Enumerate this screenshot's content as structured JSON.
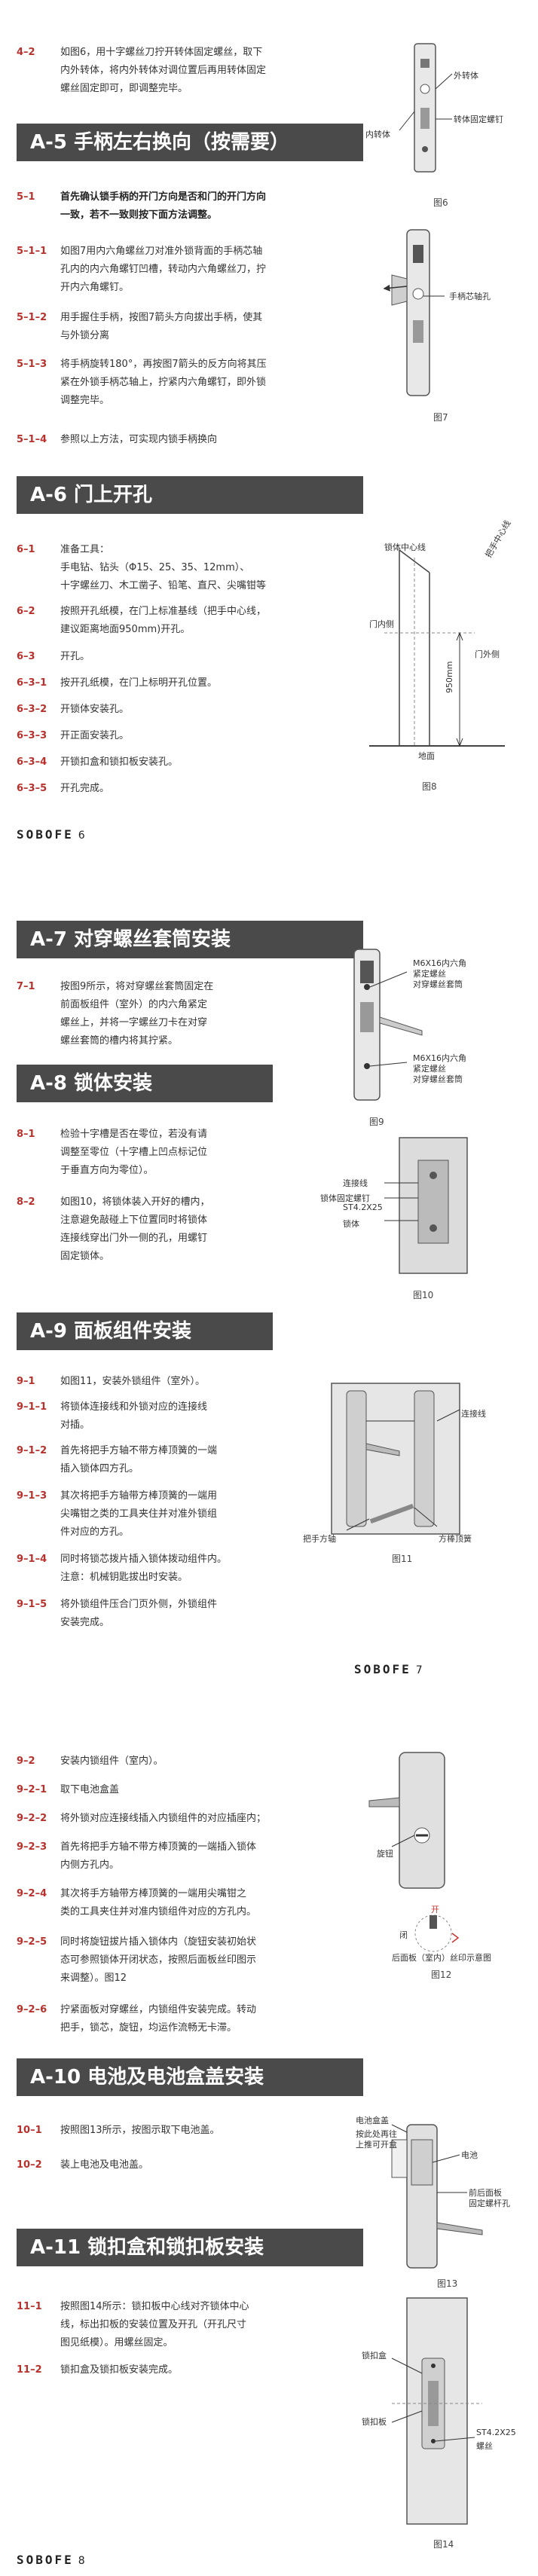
{
  "page1": {
    "steps": [
      {
        "num": "4–2",
        "lines": [
          "如图6，用十字螺丝刀拧开转体固定螺丝，取下",
          "内外转体，将内外转体对调位置后再用转体固定",
          "螺丝固定即可，即调整完毕。"
        ]
      },
      {
        "num": "5–1",
        "bold": true,
        "lines": [
          "首先确认锁手柄的开门方向是否和门的开门方向",
          "一致，若不一致则按下面方法调整。"
        ]
      },
      {
        "num": "5–1–1",
        "lines": [
          "如图7用内六角螺丝刀对准外锁背面的手柄芯轴",
          "孔内的内六角螺钉凹槽，转动内六角螺丝刀，拧",
          "开内六角螺钉。"
        ]
      },
      {
        "num": "5–1–2",
        "lines": [
          "用手握住手柄，按图7箭头方向拔出手柄，使其",
          "与外锁分离"
        ]
      },
      {
        "num": "5–1–3",
        "lines": [
          "将手柄旋转180°，再按图7箭头的反方向将其压",
          "紧在外锁手柄芯轴上，拧紧内六角螺钉，即外锁",
          "调整完毕。"
        ]
      },
      {
        "num": "5–1–4",
        "lines": [
          "参照以上方法，可实现内锁手柄换向"
        ]
      },
      {
        "num": "6–1",
        "lines": [
          "准备工具：",
          "手电钻、钻头（Φ15、25、35、12mm）、",
          "十字螺丝刀、木工凿子、铅笔、直尺、尖嘴钳等"
        ]
      },
      {
        "num": "6–2",
        "lines": [
          "按照开孔纸模，在门上标准基线（把手中心线，",
          "建议距离地面950mm)开孔。"
        ]
      },
      {
        "num": "6–3",
        "lines": [
          "开孔。"
        ]
      },
      {
        "num": "6–3–1",
        "lines": [
          "按开孔纸模，在门上标明开孔位置。"
        ]
      },
      {
        "num": "6–3–2",
        "lines": [
          "开锁体安装孔。"
        ]
      },
      {
        "num": "6–3–3",
        "lines": [
          "开正面安装孔。"
        ]
      },
      {
        "num": "6–3–4",
        "lines": [
          "开锁扣盒和锁扣板安装孔。"
        ]
      },
      {
        "num": "6–3–5",
        "lines": [
          "开孔完成。"
        ]
      }
    ],
    "banner_a5": "A-5 手柄左右换向（按需要）",
    "banner_a6": "A-6   门上开孔",
    "fig6_caption": "图6",
    "fig6_labels": [
      "外转体",
      "转体固定螺钉",
      "内转体"
    ],
    "fig7_caption": "图7",
    "fig7_label": "手柄芯轴孔",
    "fig8_caption": "图8",
    "fig8_labels": [
      "锁体中心线",
      "把手中心线",
      "门内侧",
      "门外侧",
      "地面",
      "950mm"
    ],
    "logo": "SOBOFE",
    "page_num": "6"
  },
  "page2": {
    "banner_a7": "A-7   对穿螺丝套筒安装",
    "banner_a8": "A-8   锁体安装",
    "banner_a9": "A-9   面板组件安装",
    "steps": [
      {
        "num": "7–1",
        "lines": [
          "按图9所示，将对穿螺丝套筒固定在",
          "前面板组件（室外）的内六角紧定",
          "螺丝上，并将一字螺丝刀卡在对穿",
          "螺丝套筒的槽内将其拧紧。"
        ]
      },
      {
        "num": "8–1",
        "lines": [
          "检验十字槽是否在零位，若没有请",
          "调整至零位（十字槽上凹点标记位",
          "于垂直方向为零位）。"
        ]
      },
      {
        "num": "8–2",
        "lines": [
          "如图10，将锁体装入开好的槽内，",
          "注意避免敲碰上下位置同时将锁体",
          "连接线穿出门外一侧的孔，用螺钉",
          "固定锁体。"
        ]
      },
      {
        "num": "9–1",
        "lines": [
          "如图11，安装外锁组件（室外）。"
        ]
      },
      {
        "num": "9–1–1",
        "lines": [
          "将锁体连接线和外锁对应的连接线",
          "对插。"
        ]
      },
      {
        "num": "9–1–2",
        "lines": [
          "首先将把手方轴不带方棒顶簧的一端",
          "插入锁体四方孔。"
        ]
      },
      {
        "num": "9–1–3",
        "lines": [
          "其次将把手方轴带方棒顶簧的一端用",
          "尖嘴钳之类的工具夹住并对准外锁组",
          "件对应的方孔。"
        ]
      },
      {
        "num": "9–1–4",
        "lines": [
          "同时将锁芯拨片插入锁体拨动组件内。",
          "注意：机械钥匙拔出时安装。"
        ]
      },
      {
        "num": "9–1–5",
        "lines": [
          "将外锁组件压合门页外侧，外锁组件",
          "安装完成。"
        ]
      }
    ],
    "fig9_caption": "图9",
    "fig9_labels": [
      "M6X16内六角",
      "紧定螺丝",
      "对穿螺丝套筒",
      "M6X16内六角",
      "紧定螺丝",
      "对穿螺丝套筒"
    ],
    "fig10_caption": "图10",
    "fig10_labels": [
      "连接线",
      "锁体固定螺钉",
      "ST4.2X25",
      "锁体"
    ],
    "fig11_caption": "图11",
    "fig11_labels": [
      "连接线",
      "把手方轴",
      "方棒顶簧"
    ],
    "logo": "SOBOFE",
    "page_num": "7"
  },
  "page3": {
    "banner_a10": "A-10   电池及电池盒盖安装",
    "banner_a11": "A-11   锁扣盒和锁扣板安装",
    "steps": [
      {
        "num": "9–2",
        "lines": [
          "安装内锁组件（室内）。"
        ]
      },
      {
        "num": "9–2–1",
        "lines": [
          "取下电池盒盖"
        ]
      },
      {
        "num": "9–2–2",
        "lines": [
          "将外锁对应连接线插入内锁组件的对应插座内；"
        ]
      },
      {
        "num": "9–2–3",
        "lines": [
          "首先将把手方轴不带方棒顶簧的一端插入锁体",
          "内侧方孔内。"
        ]
      },
      {
        "num": "9–2–4",
        "lines": [
          "其次将手方轴带方棒顶簧的一端用尖嘴钳之",
          "类的工具夹住并对准内锁组件对应的方孔内。"
        ]
      },
      {
        "num": "9–2–5",
        "lines": [
          "同时将旋钮拔片插入锁体内（旋钮安装初始状",
          "态可参照锁体开闭状态，按照后面板丝印图示",
          "来调整）。图12"
        ]
      },
      {
        "num": "9–2–6",
        "lines": [
          "拧紧面板对穿螺丝，内锁组件安装完成。转动",
          "把手，锁芯，旋钮，均运作流畅无卡滞。"
        ]
      },
      {
        "num": "10–1",
        "lines": [
          "按照图13所示，按图示取下电池盖。"
        ]
      },
      {
        "num": "10–2",
        "lines": [
          "装上电池及电池盖。"
        ]
      },
      {
        "num": "11–1",
        "lines": [
          "按照图14所示：锁扣板中心线对齐锁体中心",
          "线，标出扣板的安装位置及开孔（开孔尺寸",
          "图见纸模）。用螺丝固定。"
        ]
      },
      {
        "num": "11–2",
        "lines": [
          "锁扣盒及锁扣板安装完成。"
        ]
      }
    ],
    "fig12_caption": "图12",
    "fig12_labels": [
      "旋钮",
      "开",
      "闭",
      "后面板（室内）丝印示意图"
    ],
    "fig13_caption": "图13",
    "fig13_labels": [
      "电池盒盖",
      "按此处再往",
      "上推可开盒",
      "电池",
      "前后面板",
      "固定螺杆孔"
    ],
    "fig14_caption": "图14",
    "fig14_labels": [
      "锁扣盒",
      "锁扣板",
      "ST4.2X25",
      "螺丝"
    ],
    "logo": "SOBOFE",
    "page_num": "8"
  },
  "colors": {
    "accent": "#b8312c",
    "banner": "#4a4a4a",
    "text": "#333333"
  }
}
